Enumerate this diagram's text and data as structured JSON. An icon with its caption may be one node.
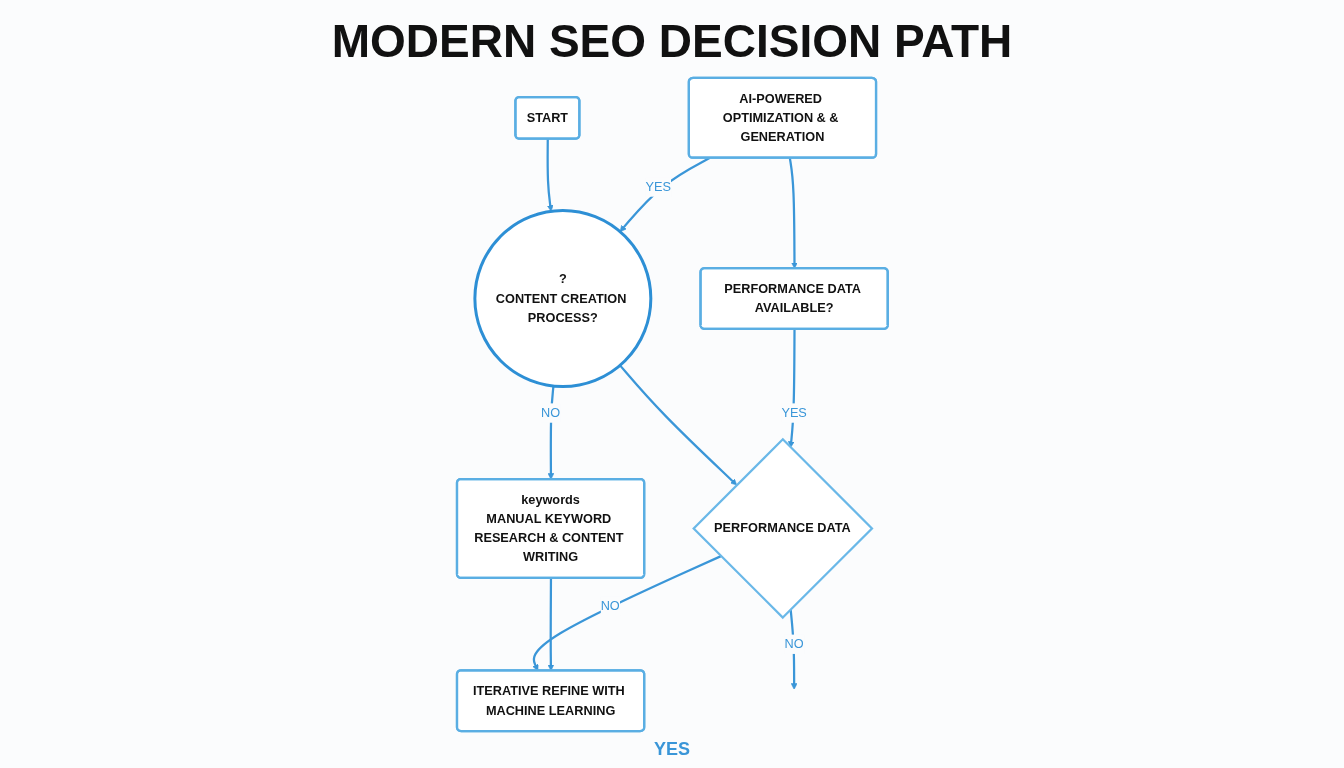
{
  "diagram": {
    "title": "MODERN SEO DECISION PATH",
    "nodes": [
      {
        "text": [
          "START"
        ]
      },
      {
        "text": [
          "?",
          "CONTENT CREATION PROCESS?"
        ]
      },
      {
        "text": [
          "AI-POWERED OPTIMIZATION & & GENERATION"
        ]
      },
      {
        "text": [
          "keywords",
          "MANUAL KEYWORD RESEARCH & CONTENT WRITING"
        ]
      },
      {
        "text": [
          "PERFORMANCE DATA AVAILABLE?"
        ]
      },
      {
        "text": [
          "PERFORMANCE DATA"
        ]
      },
      {
        "text": [
          "ITERATIVE REFINE WITH MACHINE LEARNING"
        ]
      }
    ],
    "edges": [
      {
        "from": 0,
        "to": 1,
        "arrow": "to"
      },
      {
        "from": 2,
        "to": 1,
        "arrow": "to",
        "label": "YES"
      },
      {
        "from": 1,
        "to": 3,
        "arrow": "to",
        "label": "NO"
      },
      {
        "from": 1,
        "to": 5,
        "arrow": "to"
      },
      {
        "from": 2,
        "to": 4,
        "arrow": "to"
      },
      {
        "from": 4,
        "to": 5,
        "arrow": "to",
        "label": "YES"
      },
      {
        "from": 5,
        "to": null,
        "arrow": "to",
        "label": "NO"
      },
      {
        "from": 5,
        "to": 6,
        "arrow": "to",
        "label": "NO"
      },
      {
        "from": 3,
        "to": 6,
        "arrow": "to"
      }
    ],
    "labels": [
      "YES"
    ]
  }
}
